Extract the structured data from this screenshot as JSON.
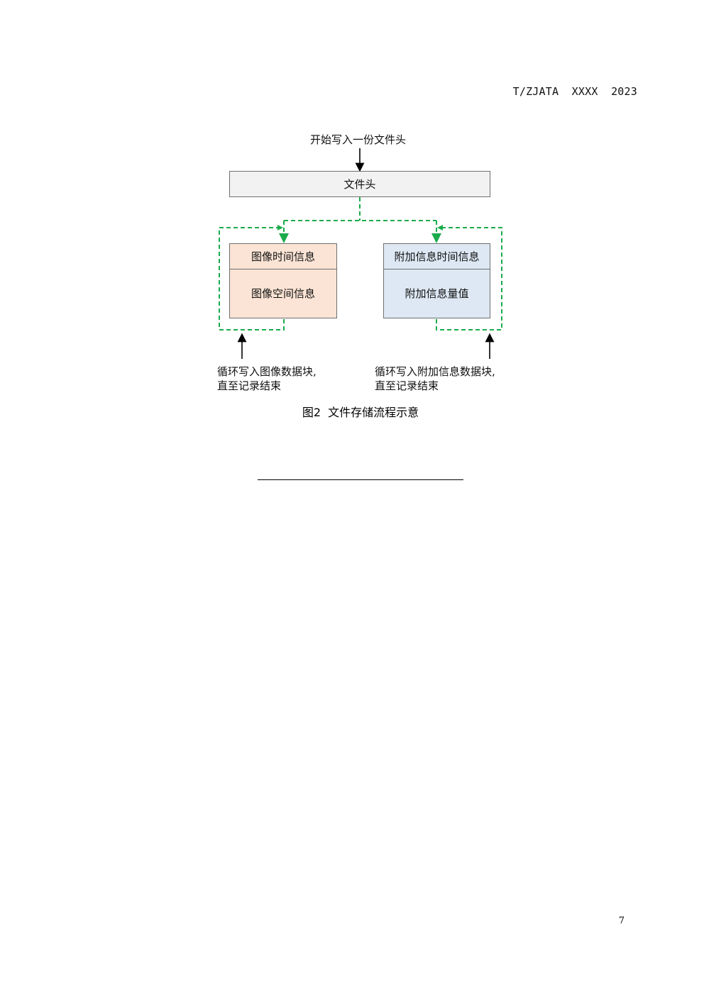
{
  "header": {
    "standard_code": "T/ZJATA  XXXX  2023"
  },
  "figure": {
    "start_label": "开始写入一份文件头",
    "file_header_box": "文件头",
    "image_block": {
      "time_info": "图像时间信息",
      "space_info": "图像空间信息"
    },
    "extra_block": {
      "time_info": "附加信息时间信息",
      "value_info": "附加信息量值"
    },
    "loop_image_line1": "循环写入图像数据块,",
    "loop_image_line2": "直至记录结束",
    "loop_extra_line1": "循环写入附加信息数据块,",
    "loop_extra_line2": "直至记录结束",
    "caption": "图2  文件存储流程示意",
    "colors": {
      "dashed_arrow": "#1aab4a",
      "image_block_fill": "#fbe4d5",
      "extra_block_fill": "#dde8f4",
      "header_fill": "#f2f2f2"
    }
  },
  "footer": {
    "page_number": "7"
  }
}
